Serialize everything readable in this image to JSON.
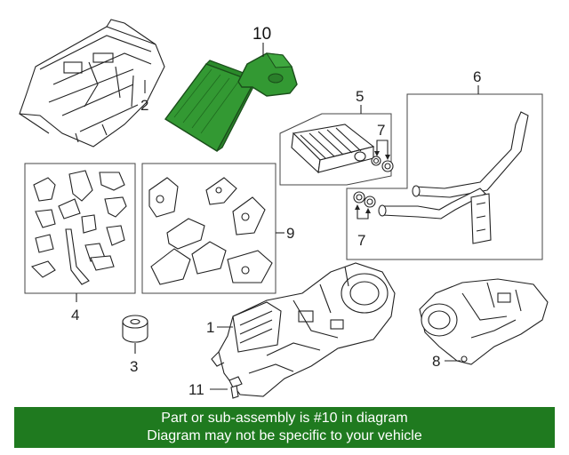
{
  "diagram": {
    "highlight_color": "#339933",
    "footer_color": "#1f7a1f",
    "callouts": {
      "c1": "1",
      "c2": "2",
      "c3": "3",
      "c4": "4",
      "c5": "5",
      "c6": "6",
      "c7a": "7",
      "c7b": "7",
      "c8": "8",
      "c9": "9",
      "c10": "10",
      "c11": "11"
    }
  },
  "footer": {
    "line1": "Part or sub-assembly is #10 in diagram",
    "line2": "Diagram may not be specific to your vehicle"
  }
}
